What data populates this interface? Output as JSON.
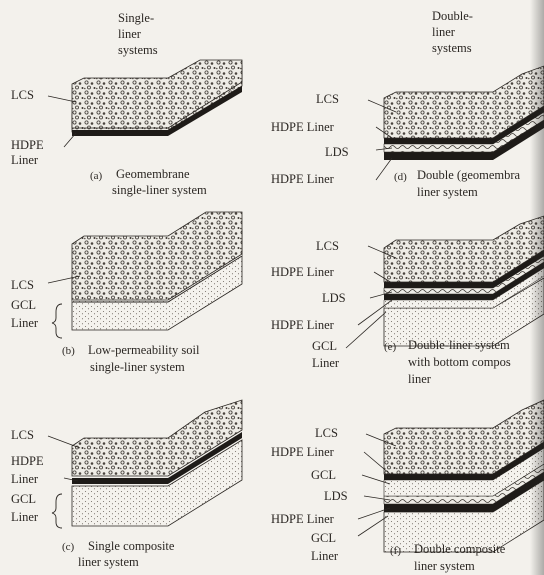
{
  "headers": {
    "single": [
      "Single-",
      "liner",
      "systems"
    ],
    "double": [
      "Double-",
      "liner",
      "systems"
    ]
  },
  "panel_a": {
    "labels": [
      "LCS",
      "HDPE",
      "Liner"
    ],
    "letter": "(a)",
    "caption": [
      "Geomembrane",
      "single-liner system"
    ]
  },
  "panel_b": {
    "labels": [
      "LCS",
      "GCL",
      "Liner"
    ],
    "letter": "(b)",
    "caption": [
      "Low-permeability soil",
      "single-liner system"
    ]
  },
  "panel_c": {
    "labels": [
      "LCS",
      "HDPE",
      "Liner",
      "GCL",
      "Liner"
    ],
    "letter": "(c)",
    "caption": [
      "Single composite",
      "liner system"
    ]
  },
  "panel_d": {
    "labels": [
      "LCS",
      "HDPE Liner",
      "LDS",
      "HDPE Liner"
    ],
    "letter": "(d)",
    "caption": [
      "Double (geomembra",
      "liner system"
    ]
  },
  "panel_e": {
    "labels": [
      "LCS",
      "HDPE Liner",
      "LDS",
      "HDPE Liner",
      "GCL",
      "Liner"
    ],
    "letter": "(e)",
    "caption": [
      "Double-liner system",
      "with bottom compos",
      "liner"
    ]
  },
  "panel_f": {
    "labels": [
      "LCS",
      "HDPE Liner",
      "GCL",
      "LDS",
      "HDPE Liner",
      "GCL",
      "Liner"
    ],
    "letter": "(f)",
    "caption": [
      "Double composite",
      "liner system"
    ]
  }
}
